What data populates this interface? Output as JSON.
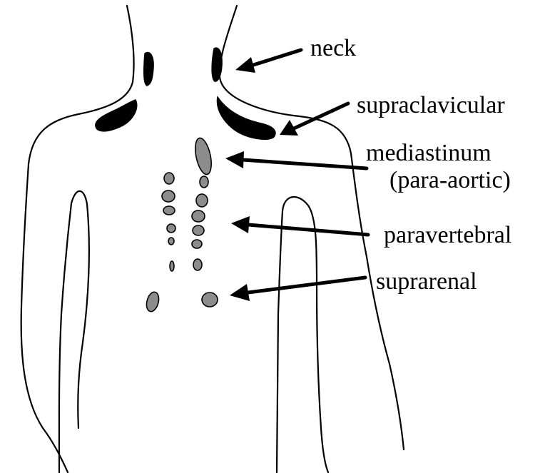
{
  "labels": {
    "neck": "neck",
    "supraclavicular": "supraclavicular",
    "mediastinum": "mediastinum",
    "para_aortic": "(para-aortic)",
    "paravertebral": "paravertebral",
    "suprarenal": "suprarenal"
  },
  "colors": {
    "outline": "#000000",
    "node_black": "#000000",
    "node_gray": "#8c8c8c",
    "background": "#ffffff"
  }
}
